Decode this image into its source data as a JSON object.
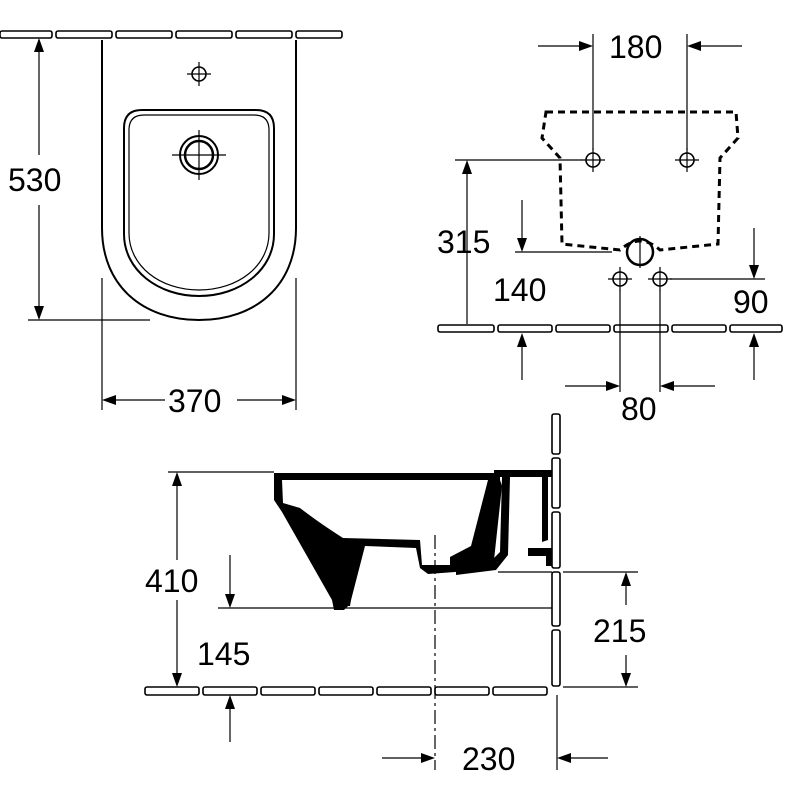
{
  "top_view": {
    "height_dim": "530",
    "width_dim": "370"
  },
  "wall_view": {
    "tap_spacing_dim": "180",
    "fixing_height_dim": "315",
    "outlet_height_dim": "140",
    "supply_height_dim": "90",
    "supply_spacing_dim": "80"
  },
  "side_view": {
    "rim_height_dim": "410",
    "base_height_dim": "145",
    "wall_connection_height_dim": "215",
    "projection_dim": "230"
  }
}
